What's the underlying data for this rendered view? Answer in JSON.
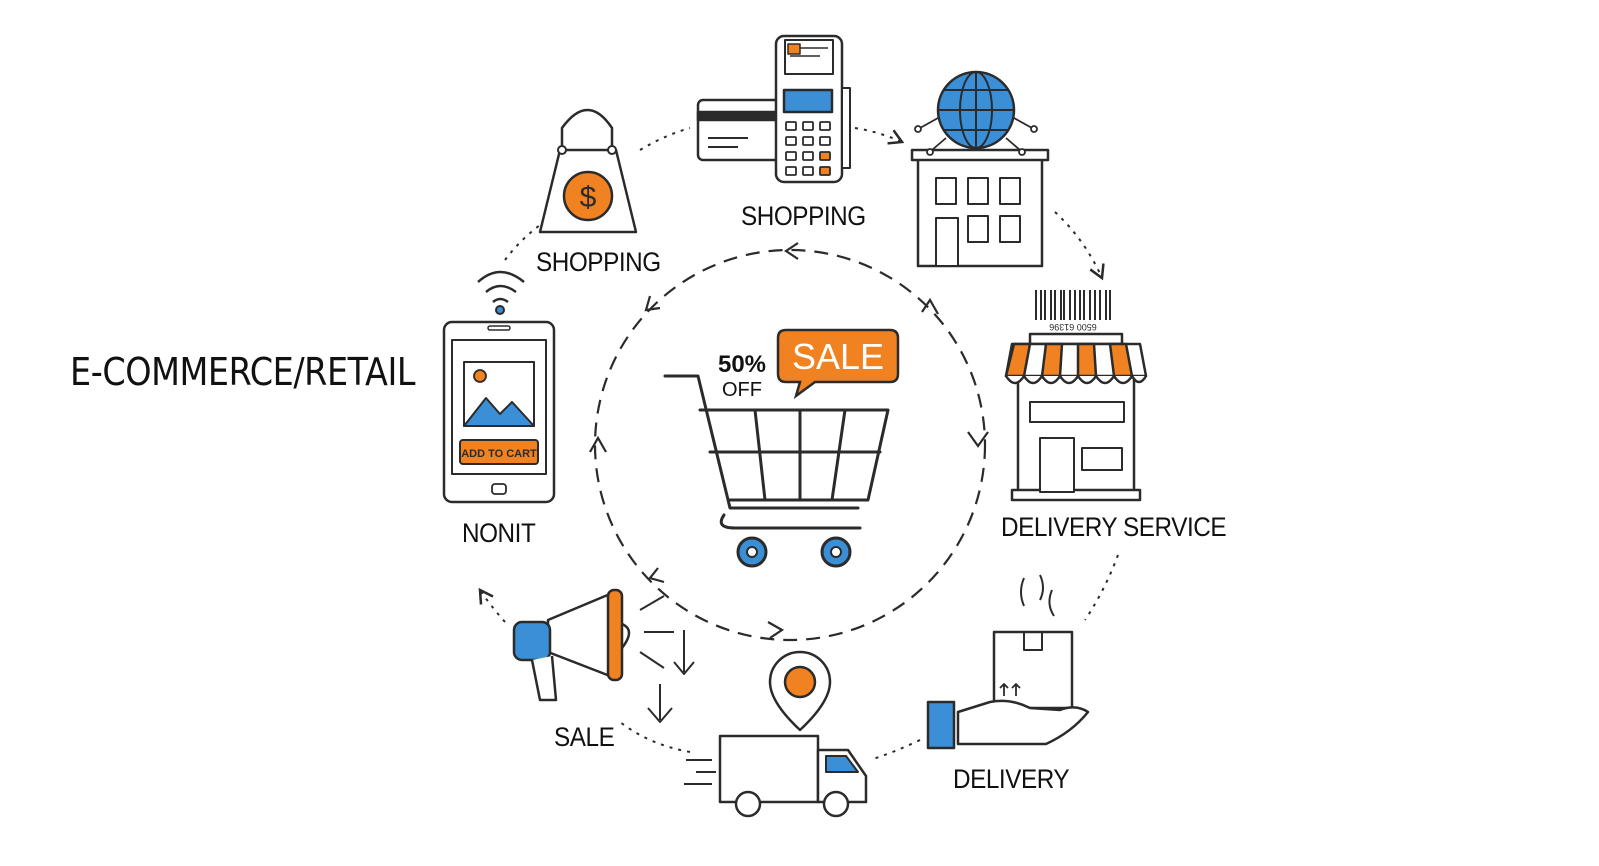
{
  "title": "E-COMMERCE/RETAIL",
  "nodes": {
    "shopping_bag": {
      "label": "SHOPPING",
      "icon": "shopping-bag-dollar-icon"
    },
    "shopping_pos": {
      "label": "SHOPPING",
      "icon": "card-payment-terminal-icon"
    },
    "store_globe": {
      "icon": "globe-office-building-icon"
    },
    "delivery_service": {
      "label": "DELIVERY SERVICE",
      "icon": "storefront-barcode-icon",
      "barcode_text": "6500 61396"
    },
    "delivery": {
      "label": "DELIVERY",
      "icon": "hand-holding-package-icon"
    },
    "truck": {
      "icon": "delivery-truck-location-pin-icon"
    },
    "sale": {
      "label": "SALE",
      "icon": "megaphone-icon"
    },
    "mobile": {
      "label": "NONIT",
      "icon": "smartphone-wifi-icon",
      "button_text": "ADD TO CART"
    }
  },
  "center": {
    "icon": "shopping-cart-icon",
    "discount_percent": "50%",
    "discount_word": "OFF",
    "sale_badge": "SALE"
  },
  "colors": {
    "outline": "#2b2b2b",
    "accent_orange": "#f08222",
    "accent_blue": "#3a8fd6",
    "background": "#ffffff"
  }
}
